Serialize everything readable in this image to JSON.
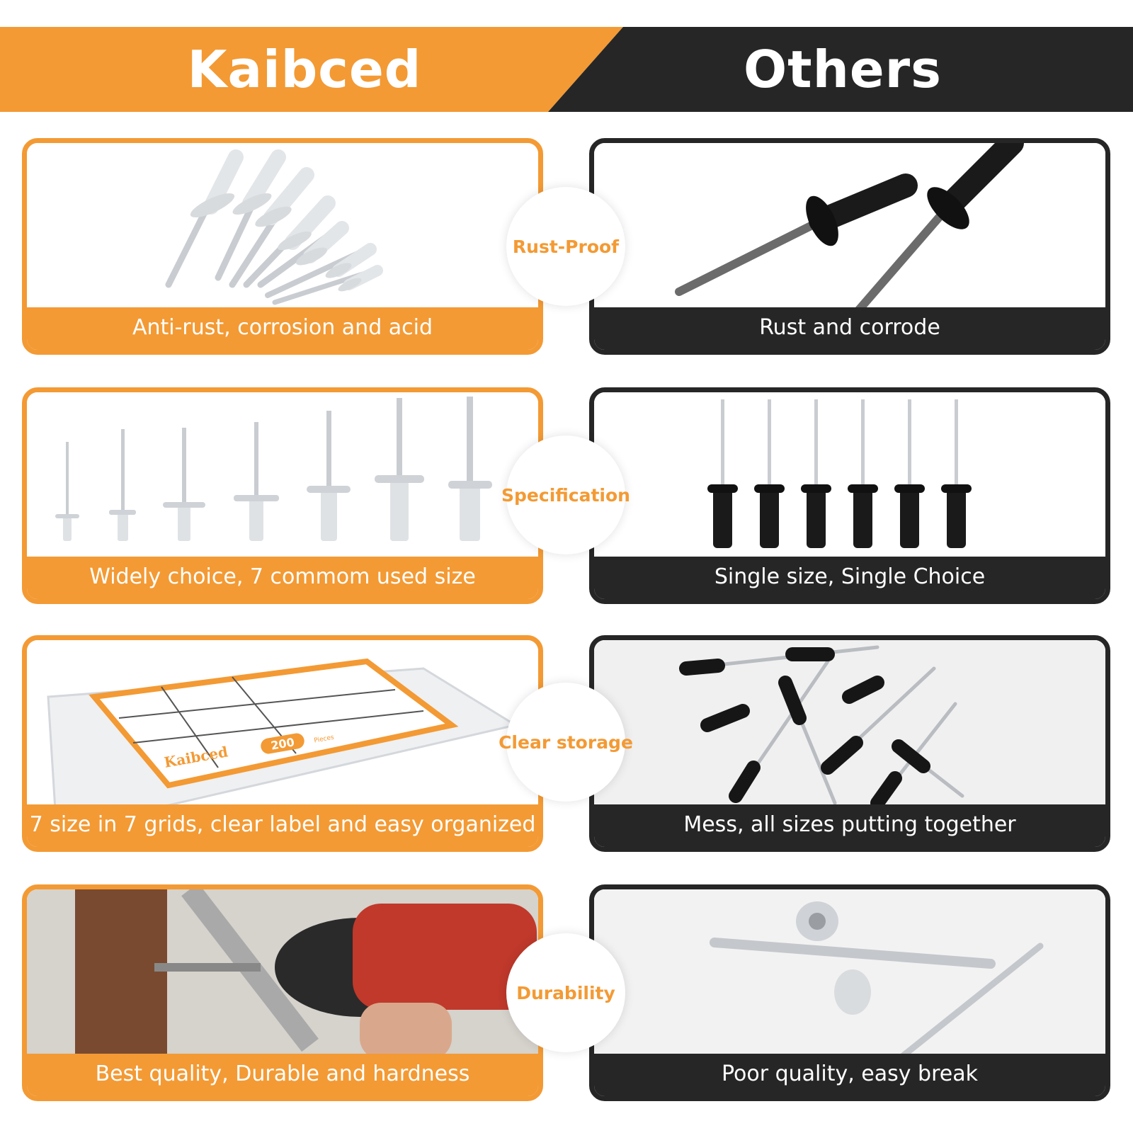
{
  "colors": {
    "accent": "#f39a34",
    "dark": "#262626"
  },
  "header": {
    "left_title": "Kaibced",
    "right_title": "Others"
  },
  "rows": [
    {
      "badge": "Rust-Proof",
      "left_caption": "Anti-rust, corrosion and  acid",
      "right_caption": "Rust and corrode"
    },
    {
      "badge": "Specification",
      "left_caption": "Widely choice, 7 commom used size",
      "right_caption": "Single size,  Single Choice"
    },
    {
      "badge": "Clear storage",
      "left_caption": "7 size in 7 grids, clear label and  easy organized",
      "right_caption": "Mess, all sizes putting together"
    },
    {
      "badge": "Durability",
      "left_caption": "Best quality, Durable and hardness",
      "right_caption": "Poor quality, easy break"
    }
  ],
  "box_label": {
    "brand": "Kaibced",
    "count": "200",
    "count_unit": "Pieces"
  }
}
